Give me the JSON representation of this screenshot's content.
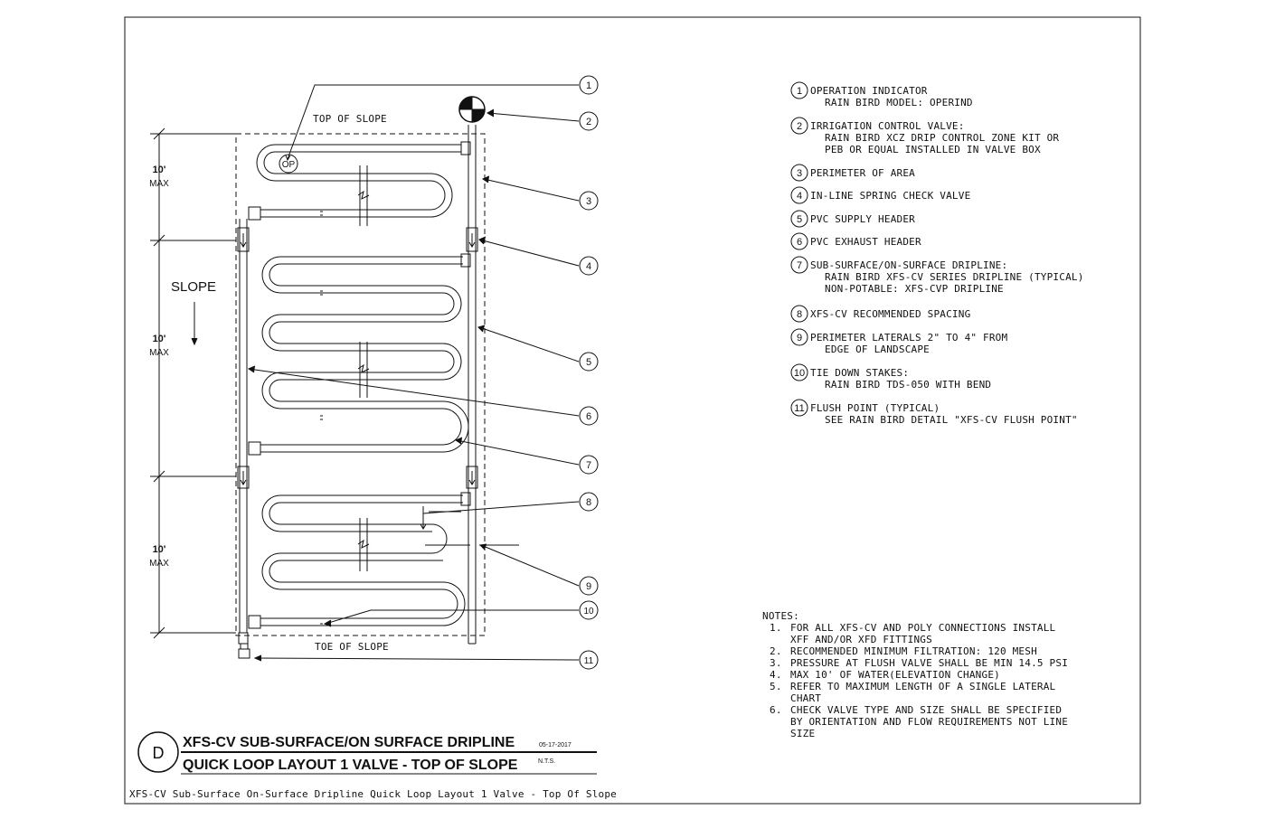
{
  "drawing": {
    "top_of_slope": "TOP OF SLOPE",
    "toe_of_slope": "TOE OF SLOPE",
    "slope": "SLOPE",
    "op": "OP",
    "dim_value": "10'",
    "dim_max": "MAX",
    "callouts": [
      "1",
      "2",
      "3",
      "4",
      "5",
      "6",
      "7",
      "8",
      "9",
      "10",
      "11"
    ]
  },
  "legend": [
    {
      "num": "1",
      "lines": [
        "OPERATION INDICATOR",
        "RAIN BIRD MODEL: OPERIND"
      ]
    },
    {
      "num": "2",
      "lines": [
        "IRRIGATION CONTROL VALVE:",
        "RAIN BIRD XCZ DRIP CONTROL ZONE KIT OR",
        "PEB OR EQUAL INSTALLED IN VALVE BOX"
      ]
    },
    {
      "num": "3",
      "lines": [
        "PERIMETER OF AREA"
      ]
    },
    {
      "num": "4",
      "lines": [
        "IN-LINE SPRING CHECK VALVE"
      ]
    },
    {
      "num": "5",
      "lines": [
        "PVC SUPPLY HEADER"
      ]
    },
    {
      "num": "6",
      "lines": [
        "PVC EXHAUST HEADER"
      ]
    },
    {
      "num": "7",
      "lines": [
        "SUB-SURFACE/ON-SURFACE DRIPLINE:",
        "RAIN BIRD XFS-CV SERIES DRIPLINE (TYPICAL)",
        "NON-POTABLE: XFS-CVP DRIPLINE"
      ]
    },
    {
      "num": "8",
      "lines": [
        "XFS-CV RECOMMENDED SPACING"
      ]
    },
    {
      "num": "9",
      "lines": [
        "PERIMETER LATERALS 2\" TO 4\" FROM",
        "EDGE OF LANDSCAPE"
      ]
    },
    {
      "num": "10",
      "lines": [
        "TIE DOWN STAKES:",
        "RAIN BIRD TDS-050 WITH BEND"
      ]
    },
    {
      "num": "11",
      "lines": [
        "FLUSH POINT (TYPICAL)",
        "SEE RAIN BIRD DETAIL \"XFS-CV FLUSH POINT\""
      ]
    }
  ],
  "notes": {
    "heading": "NOTES:",
    "items": [
      {
        "num": "1.",
        "lines": [
          "FOR ALL XFS-CV AND POLY CONNECTIONS INSTALL",
          "XFF AND/OR XFD FITTINGS"
        ]
      },
      {
        "num": "2.",
        "lines": [
          "RECOMMENDED MINIMUM FILTRATION: 120 MESH"
        ]
      },
      {
        "num": "3.",
        "lines": [
          "PRESSURE AT FLUSH VALVE SHALL BE MIN 14.5 PSI"
        ]
      },
      {
        "num": "4.",
        "lines": [
          "MAX 10' OF WATER(ELEVATION CHANGE)"
        ]
      },
      {
        "num": "5.",
        "lines": [
          "REFER TO MAXIMUM LENGTH OF A SINGLE LATERAL",
          "CHART"
        ]
      },
      {
        "num": "6.",
        "lines": [
          "CHECK VALVE TYPE AND SIZE SHALL BE SPECIFIED",
          "BY ORIENTATION AND FLOW REQUIREMENTS NOT LINE",
          "SIZE"
        ]
      }
    ]
  },
  "title_block": {
    "detail_letter": "D",
    "title_line1": "XFS-CV SUB-SURFACE/ON SURFACE DRIPLINE",
    "date": "05-17-2017",
    "title_line2": "QUICK LOOP LAYOUT 1 VALVE - TOP OF SLOPE",
    "scale": "N.T.S.",
    "footer": "XFS-CV Sub-Surface On-Surface Dripline Quick Loop Layout 1 Valve - Top Of Slope"
  }
}
